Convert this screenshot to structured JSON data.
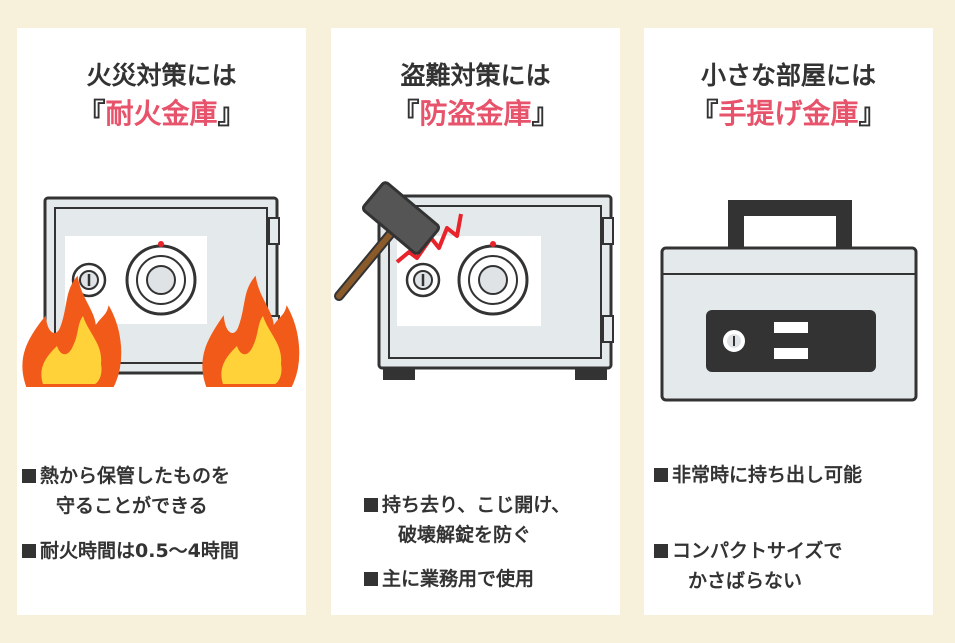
{
  "panels": [
    {
      "title_line1": "火災対策には",
      "title_bracket_open": "『",
      "title_highlight": "耐火金庫",
      "title_bracket_close": "』",
      "bullets": [
        {
          "line1": "熱から保管したものを",
          "line2": "守ることができる"
        },
        {
          "line1": "耐火時間は0.5〜4時間",
          "line2": ""
        }
      ]
    },
    {
      "title_line1": "盗難対策には",
      "title_bracket_open": "『",
      "title_highlight": "防盗金庫",
      "title_bracket_close": "』",
      "bullets": [
        {
          "line1": "持ち去り、こじ開け、",
          "line2": "破壊解錠を防ぐ"
        },
        {
          "line1": "主に業務用で使用",
          "line2": ""
        }
      ]
    },
    {
      "title_line1": "小さな部屋には",
      "title_bracket_open": "『",
      "title_highlight": "手提げ金庫",
      "title_bracket_close": "』",
      "bullets": [
        {
          "line1": "非常時に持ち出し可能",
          "line2": ""
        },
        {
          "line1": "コンパクトサイズで",
          "line2": "かさばらない"
        }
      ]
    }
  ],
  "colors": {
    "background": "#f7f1db",
    "panel": "#ffffff",
    "highlight": "#e8536c",
    "safe_body": "#e4e9ec",
    "outline": "#333333",
    "flame_outer": "#f25a1a",
    "flame_inner": "#ffd23a",
    "crack": "#e8232a",
    "hammer_handle": "#8a5a2b"
  }
}
